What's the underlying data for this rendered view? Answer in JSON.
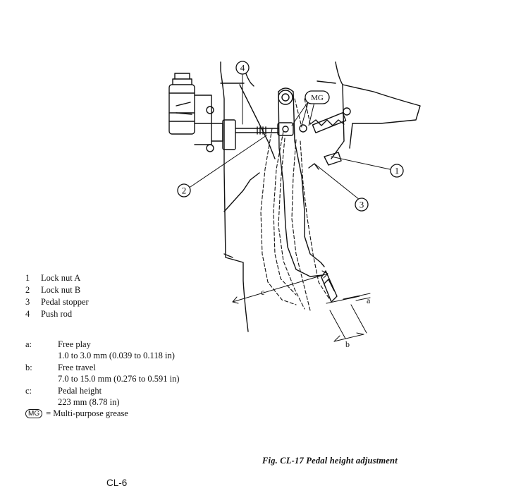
{
  "callouts": {
    "c1": "1",
    "c2": "2",
    "c3": "3",
    "c4": "4",
    "mg": "MG",
    "dim_a": "a",
    "dim_b": "b",
    "dim_c": "c"
  },
  "legend": [
    {
      "num": "1",
      "label": "Lock nut A"
    },
    {
      "num": "2",
      "label": "Lock nut B"
    },
    {
      "num": "3",
      "label": "Pedal stopper"
    },
    {
      "num": "4",
      "label": "Push rod"
    }
  ],
  "specs": [
    {
      "key": "a:",
      "name": "Free play",
      "value": "1.0 to 3.0 mm (0.039 to 0.118 in)"
    },
    {
      "key": "b:",
      "name": "Free travel",
      "value": "7.0 to 15.0 mm (0.276 to 0.591 in)"
    },
    {
      "key": "c:",
      "name": "Pedal height",
      "value": "223 mm (8.78 in)"
    }
  ],
  "mg_note": {
    "badge": "MG",
    "text": "= Multi-purpose grease"
  },
  "caption": "Fig. CL-17 Pedal height adjustment",
  "page_number": "CL-6"
}
